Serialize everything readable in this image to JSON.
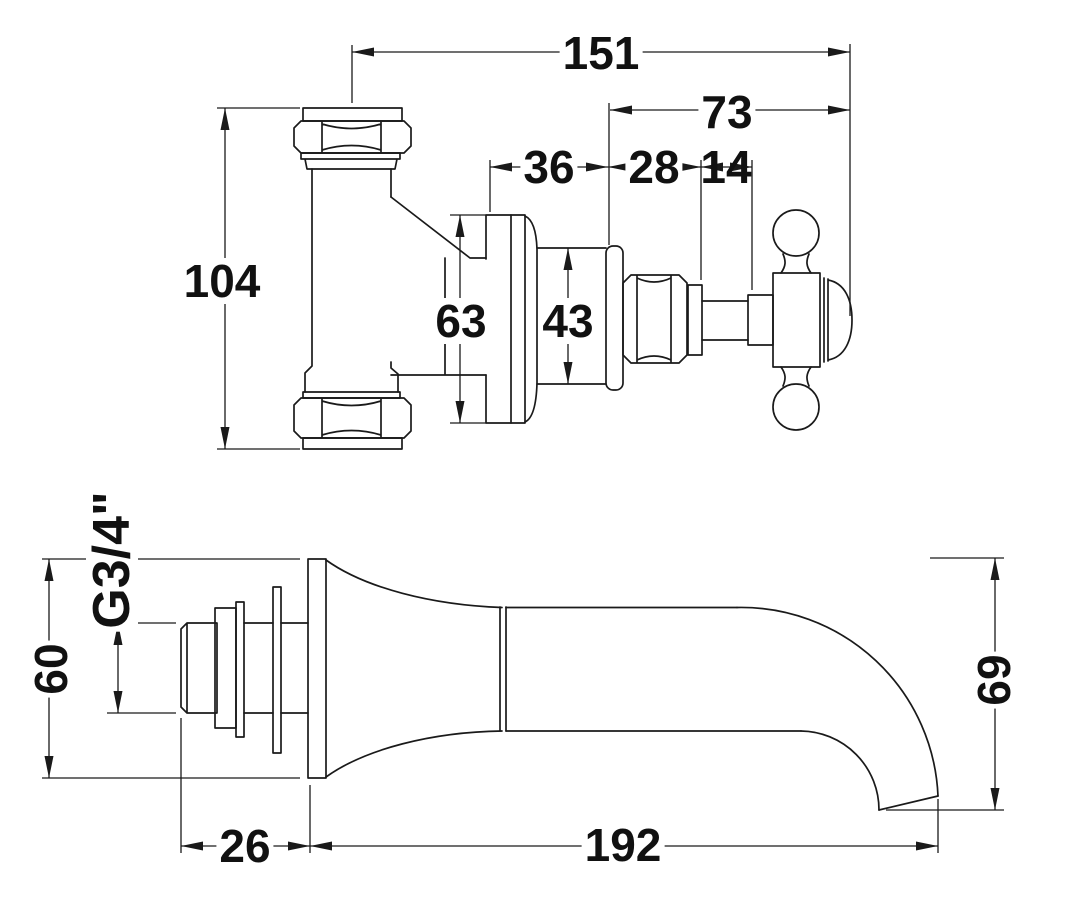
{
  "page": {
    "background": "#ffffff",
    "line_color": "#1a1a1a"
  },
  "views": {
    "top": "valve-front-view",
    "bottom": "spout-side-view"
  },
  "dimensions": {
    "v151": "151",
    "v73": "73",
    "v36": "36",
    "v28": "28",
    "v14": "14",
    "v104": "104",
    "v63": "63",
    "v43": "43",
    "g34": "G3/4\"",
    "v60": "60",
    "v26": "26",
    "v192": "192",
    "v69": "69"
  }
}
